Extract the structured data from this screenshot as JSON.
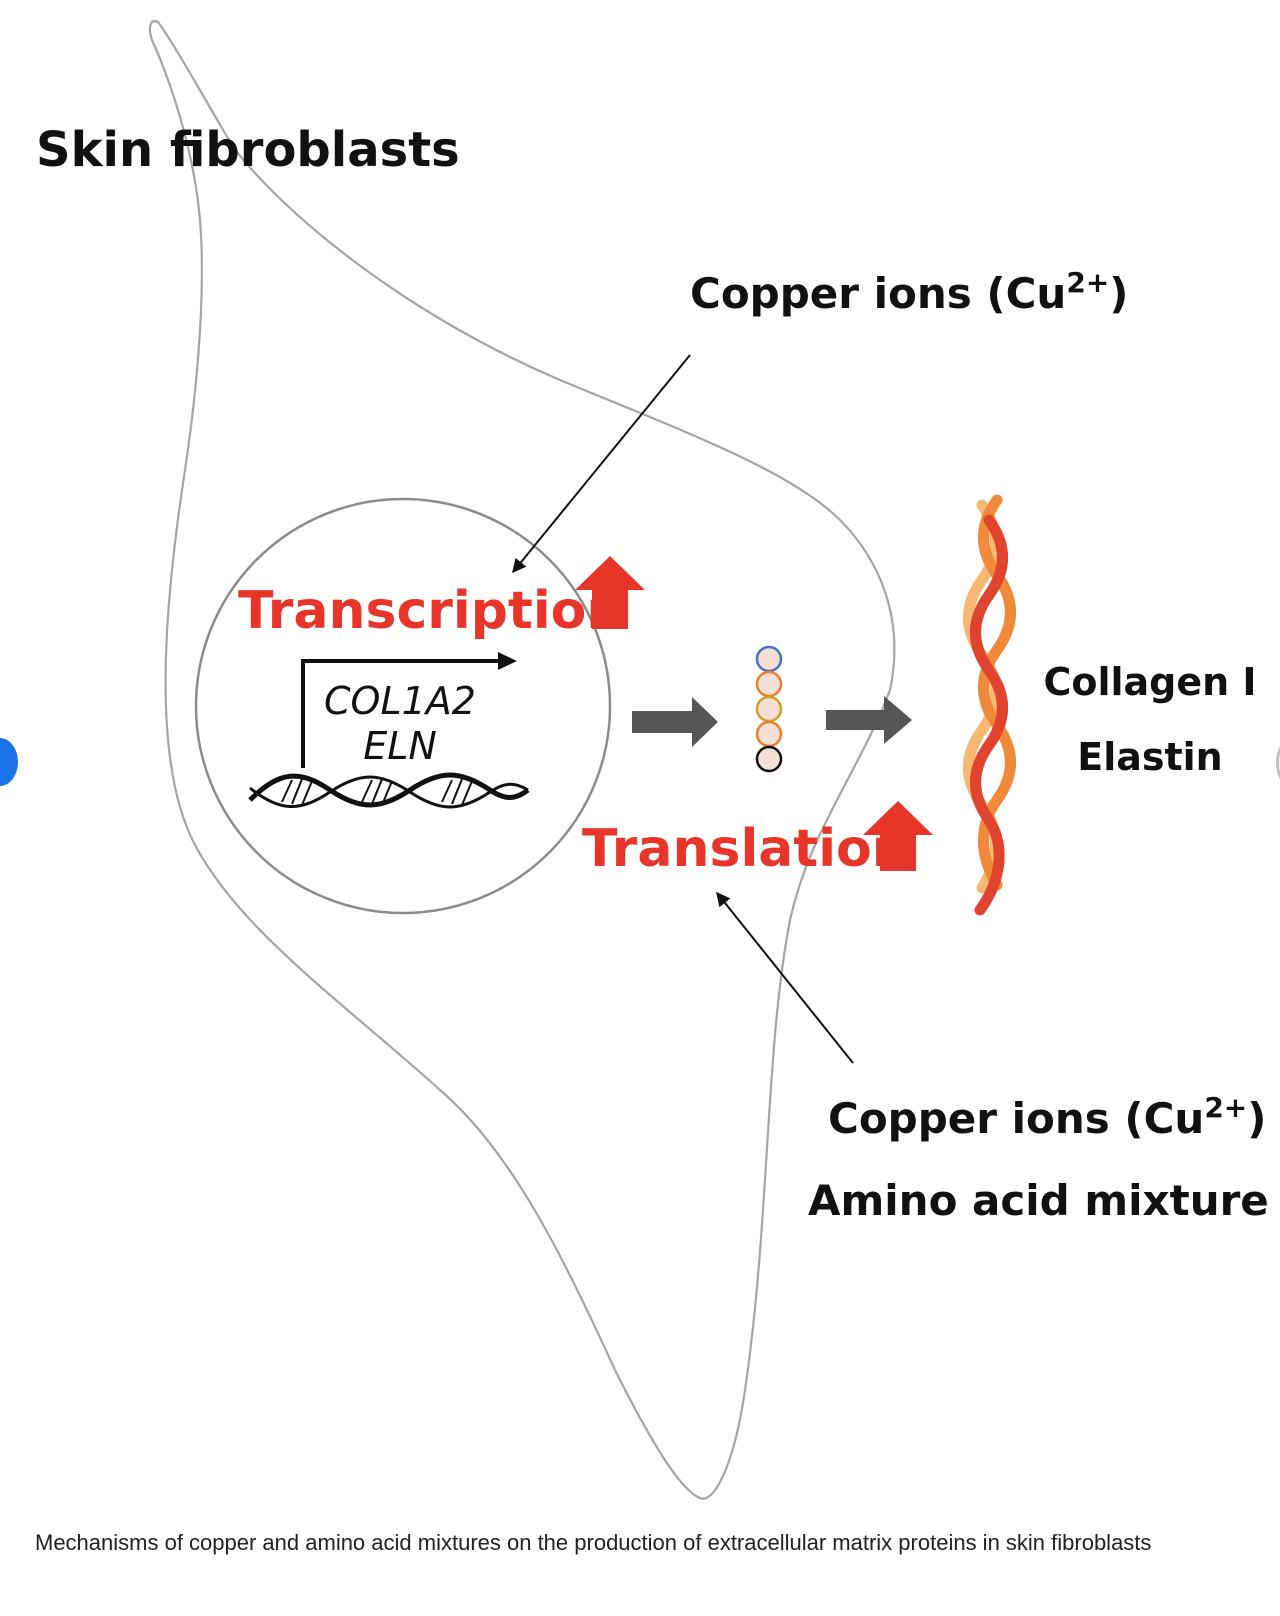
{
  "figure": {
    "title": "Skin fibroblasts",
    "copper_top_prefix": "Copper ions (Cu",
    "copper_top_sup": "2+",
    "copper_top_suffix": ")",
    "transcription": "Transcription",
    "genes": [
      "COL1A2",
      "ELN"
    ],
    "translation": "Translation",
    "proteins": [
      "Collagen I",
      "Elastin"
    ],
    "copper_bottom_prefix": "Copper ions (Cu",
    "copper_bottom_sup": "2+",
    "copper_bottom_suffix": ")",
    "amino_acid": "Amino acid mixture"
  },
  "caption": "Mechanisms of copper and amino acid mixtures on the production of extracellular matrix proteins in skin fibroblasts",
  "colors": {
    "accent_red": "#e8352a",
    "arrow_gray": "#555555",
    "outline_gray": "#9e9e9e",
    "nav_blue": "#1a73e8"
  }
}
